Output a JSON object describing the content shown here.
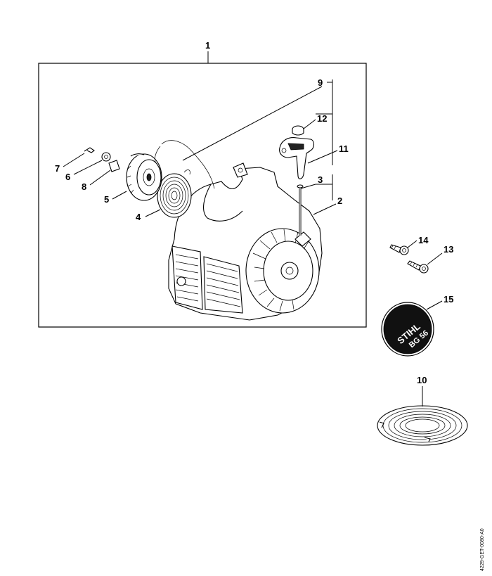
{
  "callouts": {
    "c1": "1",
    "c2": "2",
    "c3": "3",
    "c4": "4",
    "c5": "5",
    "c6": "6",
    "c7": "7",
    "c8": "8",
    "c9": "9",
    "c10": "10",
    "c11": "11",
    "c12": "12",
    "c13": "13",
    "c14": "14",
    "c15": "15"
  },
  "badge": {
    "brand": "STIHL",
    "model": "BG 56"
  },
  "document_id": "4229-GET-0080-A0"
}
